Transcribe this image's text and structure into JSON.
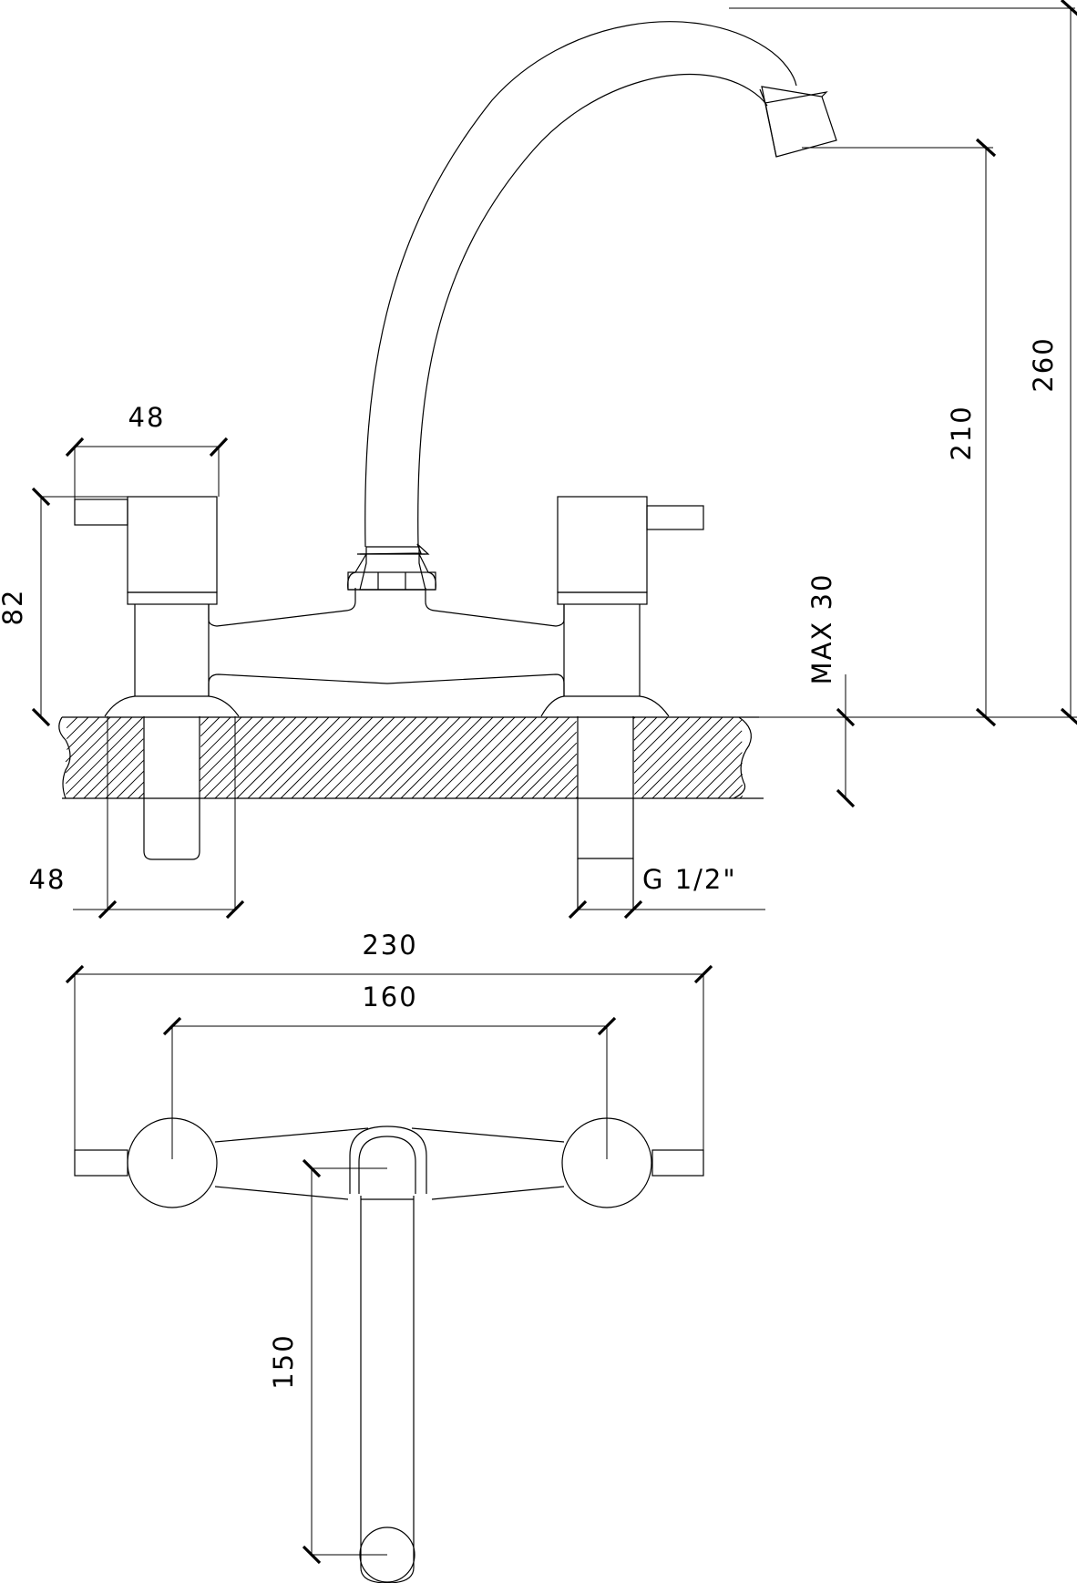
{
  "dimensions": {
    "total_height": "260",
    "outlet_height": "210",
    "handle_width": "48",
    "body_height": "82",
    "max_deck": "MAX 30",
    "shank_width": "48",
    "thread": "G 1/2\"",
    "overall_width": "230",
    "centers": "160",
    "spout_reach": "150"
  }
}
